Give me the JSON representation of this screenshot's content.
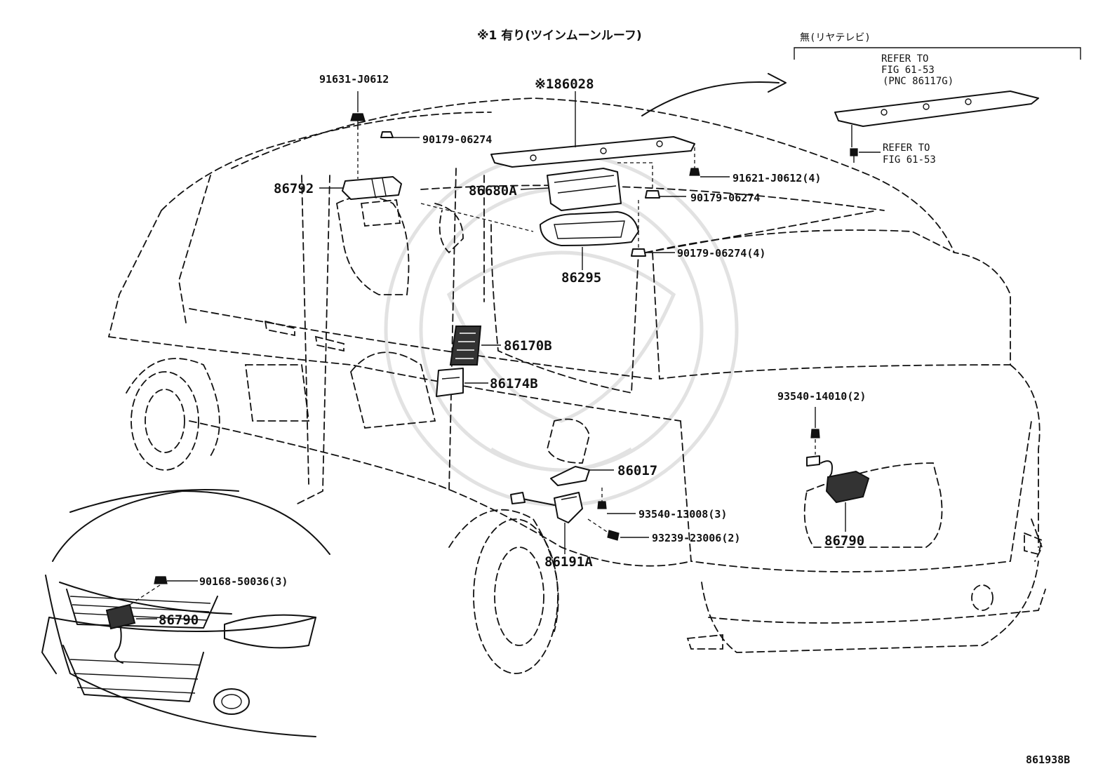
{
  "header": {
    "option_note": "※1 有り(ツインムーンルーフ)",
    "rear_tv_note": "無(リヤテレビ)",
    "refer_fig": "REFER TO",
    "refer_fig_num": "FIG 61-53",
    "refer_pnc": "(PNC 86117G)",
    "refer_bolt": "REFER TO",
    "refer_bolt_num": "FIG 61-53"
  },
  "parts": {
    "p91631": "91631-J0612",
    "p90179a": "90179-06274",
    "p86028": "※186028",
    "p86792": "86792",
    "p86680A": "86680A",
    "p91621": "91621-J0612(4)",
    "p90179b": "90179-06274",
    "p90179c": "90179-06274(4)",
    "p86295": "86295",
    "p86170B": "86170B",
    "p86174B": "86174B",
    "p93540a": "93540-14010(2)",
    "p86017": "86017",
    "p93540b": "93540-13008(3)",
    "p93239": "93239-23006(2)",
    "p86191A": "86191A",
    "p86790rear": "86790",
    "p90168": "90168-50036(3)",
    "p86790front": "86790"
  },
  "footer": {
    "figure_id": "861938B"
  }
}
